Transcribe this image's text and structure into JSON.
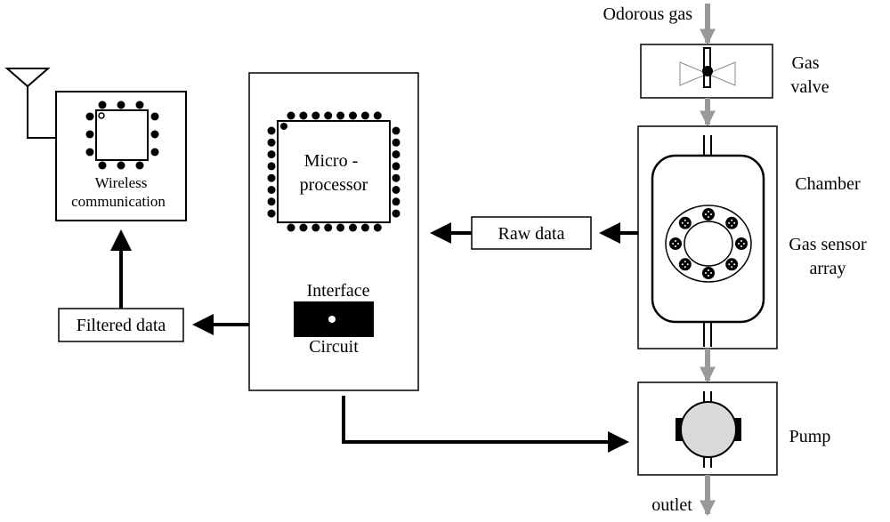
{
  "labels": {
    "wireless_line1": "Wireless",
    "wireless_line2": "communication",
    "filtered_data": "Filtered data",
    "micro_line1": "Micro -",
    "micro_line2": "processor",
    "interface": "Interface",
    "circuit": "Circuit",
    "raw_data": "Raw data",
    "odorous_gas": "Odorous gas",
    "gas_valve_line1": "Gas",
    "gas_valve_line2": "valve",
    "chamber": "Chamber",
    "sensor_line1": "Gas sensor",
    "sensor_line2": "array",
    "pump": "Pump",
    "outlet": "outlet"
  },
  "colors": {
    "gas_flow": "#999999",
    "signal_flow": "#000000",
    "pump_body": "#d9d9d9"
  }
}
